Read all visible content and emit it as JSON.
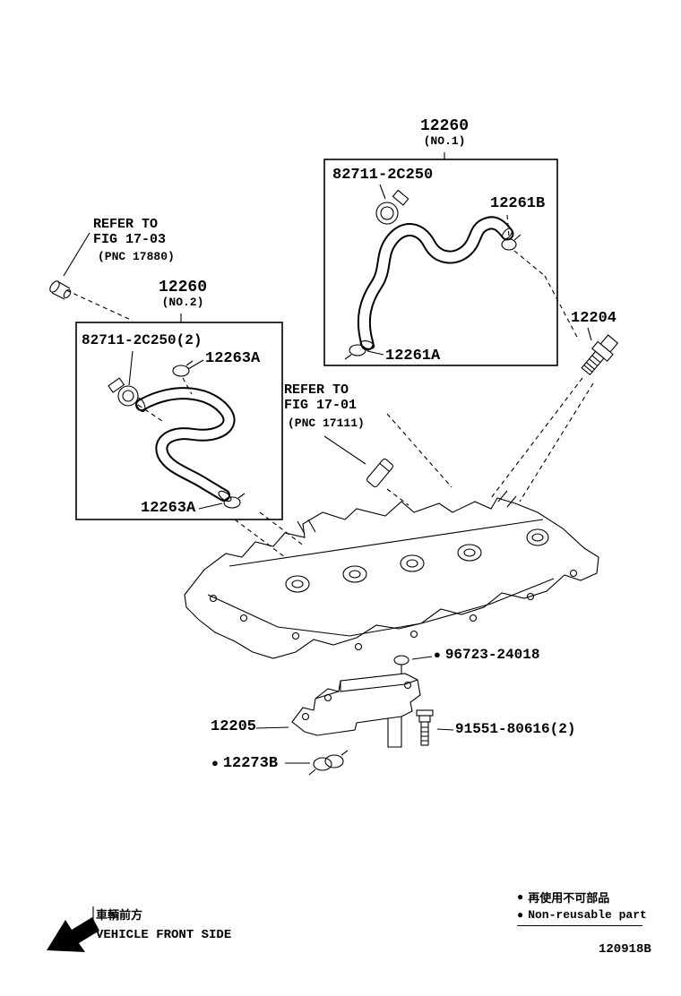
{
  "diagram": {
    "doc_code": "120918B",
    "bullet": "●"
  },
  "group_no1": {
    "title": "12260",
    "subtitle": "(NO.1)",
    "clamp_label": "82711-2C250",
    "clip_b_label": "12261B",
    "clip_a_label": "12261A"
  },
  "group_no2": {
    "title": "12260",
    "subtitle": "(NO.2)",
    "clamp_label": "82711-2C250(2)",
    "clip_top_label": "12263A",
    "clip_bottom_label": "12263A"
  },
  "references": {
    "fig_17_03": {
      "line1": "REFER TO",
      "line2": "FIG 17-03",
      "line3": "(PNC 17880)"
    },
    "fig_17_01": {
      "line1": "REFER TO",
      "line2": "FIG 17-01",
      "line3": "(PNC 17111)"
    }
  },
  "parts": {
    "pcv_valve": "12204",
    "oring": "96723-24018",
    "separator": "12205",
    "bolt": "91551-80616(2)",
    "clamp_b": "12273B"
  },
  "front_indicator": {
    "jp": "車輌前方",
    "en": "VEHICLE FRONT SIDE"
  },
  "legend": {
    "jp": "再使用不可部品",
    "en": "Non-reusable part"
  }
}
